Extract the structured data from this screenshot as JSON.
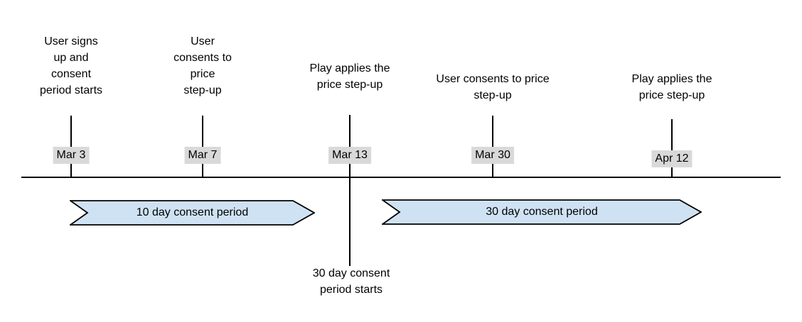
{
  "timeline": {
    "events": [
      {
        "label": "User signs\nup and\nconsent\nperiod starts",
        "date": "Mar 3"
      },
      {
        "label": "User\nconsents to\nprice\nstep-up",
        "date": "Mar 7"
      },
      {
        "label": "Play applies the\nprice step-up",
        "date": "Mar 13"
      },
      {
        "label": "User consents to price\nstep-up",
        "date": "Mar 30"
      },
      {
        "label": "Play applies the\nprice step-up",
        "date": "Apr 12"
      }
    ],
    "periods": [
      {
        "label": "10 day consent period"
      },
      {
        "label": "30 day consent period"
      }
    ],
    "annotation": "30 day consent\nperiod starts"
  },
  "colors": {
    "period_fill": "#cfe2f3",
    "period_border": "#000000",
    "date_badge_bg": "#d9d9d9",
    "axis_color": "#000000",
    "text_color": "#000000"
  }
}
